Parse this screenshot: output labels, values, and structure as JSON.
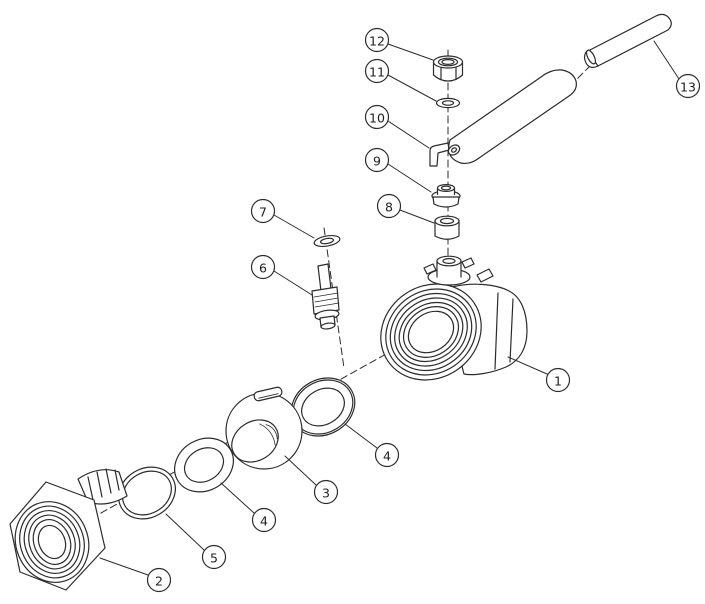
{
  "diagram": {
    "kind": "exploded-view parts diagram",
    "callouts": [
      {
        "label": "1"
      },
      {
        "label": "2"
      },
      {
        "label": "3"
      },
      {
        "label": "4"
      },
      {
        "label": "4"
      },
      {
        "label": "5"
      },
      {
        "label": "6"
      },
      {
        "label": "7"
      },
      {
        "label": "8"
      },
      {
        "label": "9"
      },
      {
        "label": "10"
      },
      {
        "label": "11"
      },
      {
        "label": "12"
      },
      {
        "label": "13"
      }
    ]
  },
  "colors": {
    "line": "#2b2b2b",
    "background": "#ffffff",
    "callout_text": "#1e1e1e"
  }
}
